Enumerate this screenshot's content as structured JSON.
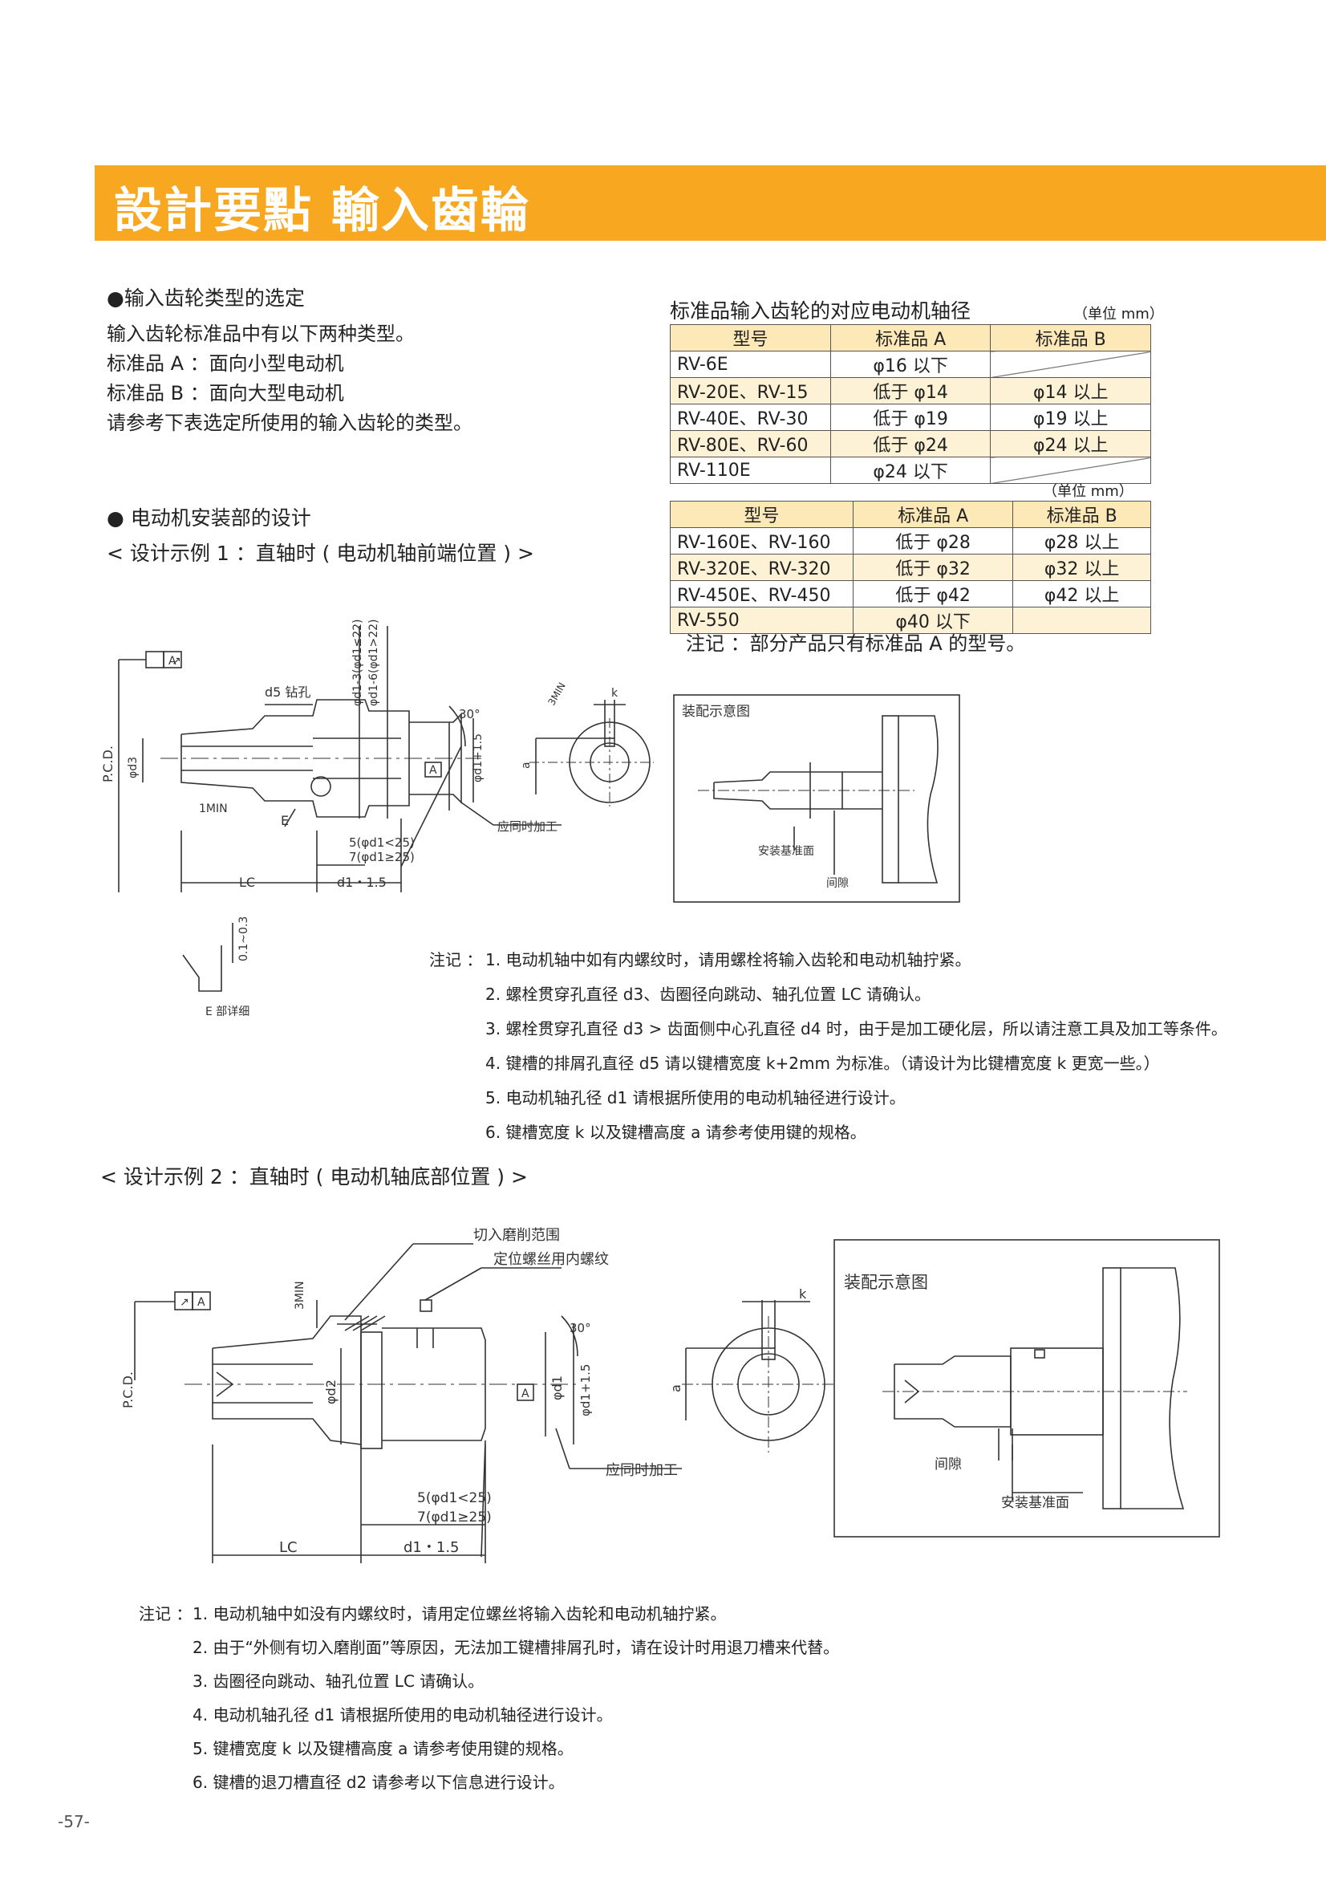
{
  "header": {
    "title": "設計要點 輸入齒輪"
  },
  "section1": {
    "heading": "●输入齿轮类型的选定",
    "lines": [
      "输入齿轮标准品中有以下两种类型。",
      "标准品 A ：面向小型电动机",
      "标准品 B ：面向大型电动机",
      "请参考下表选定所使用的输入齿轮的类型。"
    ]
  },
  "table1": {
    "caption": "标准品输入齿轮的对应电动机轴径",
    "unit": "（单位 mm）",
    "headers": [
      "型号",
      "标准品 A",
      "标准品 B"
    ],
    "rows": [
      [
        "RV-6E",
        "φ16 以下",
        ""
      ],
      [
        "RV-20E、RV-15",
        "低于 φ14",
        "φ14 以上"
      ],
      [
        "RV-40E、RV-30",
        "低于 φ19",
        "φ19 以上"
      ],
      [
        "RV-80E、RV-60",
        "低于 φ24",
        "φ24 以上"
      ],
      [
        "RV-110E",
        "φ24 以下",
        ""
      ]
    ]
  },
  "table2": {
    "unit": "（单位 mm）",
    "headers": [
      "型号",
      "标准品 A",
      "标准品 B"
    ],
    "rows": [
      [
        "RV-160E、RV-160",
        "低于 φ28",
        "φ28 以上"
      ],
      [
        "RV-320E、RV-320",
        "低于 φ32",
        "φ32 以上"
      ],
      [
        "RV-450E、RV-450",
        "低于 φ42",
        "φ42 以上"
      ],
      [
        "RV-550",
        "φ40 以下",
        ""
      ]
    ],
    "note": "注记 ：部分产品只有标准品 A 的型号。"
  },
  "section2": {
    "heading": "● 电动机安装部的设计",
    "example1": "< 设计示例 1 ：直轴时 ( 电动机轴前端位置 ) >",
    "example2": "< 设计示例 2 ：直轴时 ( 电动机轴底部位置 ) >"
  },
  "figure1": {
    "labels": {
      "gdt": "A",
      "d5": "d5 钻孔",
      "pcd": "P.C.D.",
      "d3": "φd3",
      "one_min": "1MIN",
      "e": "E",
      "lc": "LC",
      "d1_15": "d1・1.5",
      "five": "5(φd1<25)",
      "seven": "7(φd1≥25)",
      "angle": "30°",
      "ref_a": "A",
      "dim_top1": "φd1-3(φd1≤22)",
      "dim_top2": "φd1-6(φd1>22)",
      "d1_15_v": "φd1+1.5",
      "simul": "应同时加工",
      "three_min": "3MIN",
      "k": "k",
      "a": "a",
      "assembly": "装配示意图",
      "mount_ref": "安装基准面",
      "gap": "间隙",
      "e_detail": "E 部详细",
      "e_tol": "0.1~0.3"
    },
    "notes_prefix": "注记 ：",
    "notes": [
      "1. 电动机轴中如有内螺纹时，请用螺栓将输入齿轮和电动机轴拧紧。",
      "2. 螺栓贯穿孔直径 d3、齿圈径向跳动、轴孔位置 LC 请确认。",
      "3. 螺栓贯穿孔直径 d3 > 齿面侧中心孔直径 d4 时，由于是加工硬化层，所以请注意工具及加工等条件。",
      "4. 键槽的排屑孔直径 d5 请以键槽宽度 k+2mm 为标准。（请设计为比键槽宽度 k 更宽一些。）",
      "5. 电动机轴孔径 d1 请根据所使用的电动机轴径进行设计。",
      "6. 键槽宽度 k 以及键槽高度 a 请参考使用键的规格。"
    ]
  },
  "figure2": {
    "labels": {
      "grind": "切入磨削范围",
      "setscrew": "定位螺丝用内螺纹",
      "gdt": "A",
      "pcd": "P.C.D.",
      "three_min": "3MIN",
      "d2": "φd2",
      "d1": "φd1",
      "d1_15": "φd1+1.5",
      "angle": "30°",
      "ref_a": "A",
      "simul": "应同时加工",
      "five": "5(φd1<25)",
      "seven": "7(φd1≥25)",
      "lc": "LC",
      "d1_15_h": "d1・1.5",
      "k": "k",
      "a": "a",
      "assembly": "装配示意图",
      "gap": "间隙",
      "mount_ref": "安装基准面"
    },
    "notes_prefix": "注记 ：",
    "notes": [
      "1. 电动机轴中如没有内螺纹时，请用定位螺丝将输入齿轮和电动机轴拧紧。",
      "2. 由于“外侧有切入磨削面”等原因，无法加工键槽排屑孔时，请在设计时用退刀槽来代替。",
      "3. 齿圈径向跳动、轴孔位置 LC 请确认。",
      "4. 电动机轴孔径 d1 请根据所使用的电动机轴径进行设计。",
      "5. 键槽宽度 k 以及键槽高度 a 请参考使用键的规格。",
      "6. 键槽的退刀槽直径 d2 请参考以下信息进行设计。"
    ]
  },
  "footer": {
    "page": "-57-"
  }
}
